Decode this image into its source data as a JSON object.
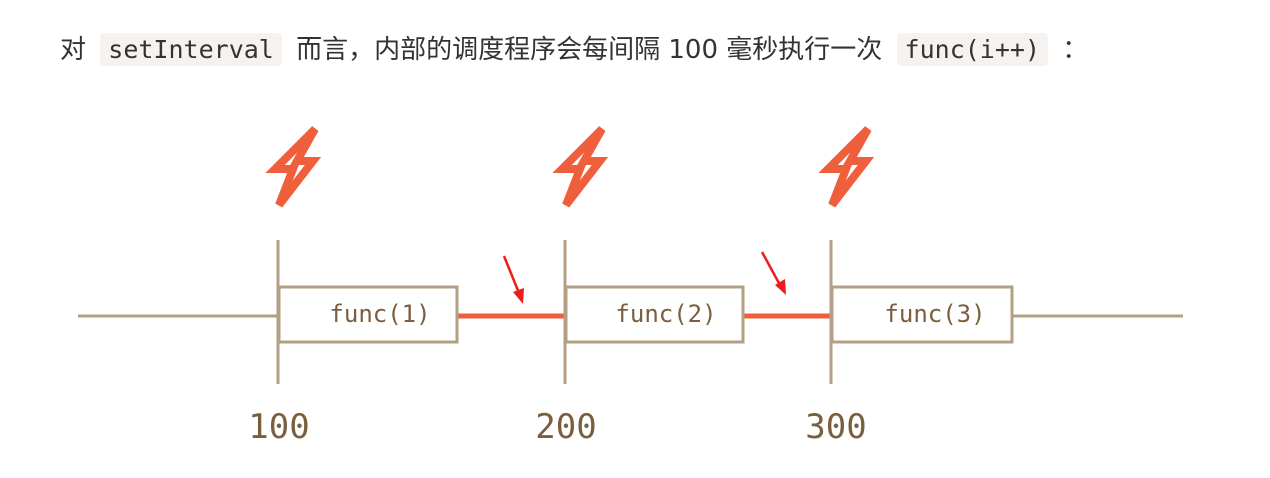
{
  "intro": {
    "prefix": "对",
    "code1": "setInterval",
    "middle": "而言，内部的调度程序会每间隔 100 毫秒执行一次",
    "code2": "func(i++)",
    "suffix": "："
  },
  "diagram": {
    "blocks": [
      {
        "label": "func(1)",
        "time": "100"
      },
      {
        "label": "func(2)",
        "time": "200"
      },
      {
        "label": "func(3)",
        "time": "300"
      }
    ],
    "colors": {
      "line": "#b39f84",
      "text": "#7a5f3e",
      "accent": "#f05f3b",
      "arrow": "#ee1c1c"
    },
    "icons": [
      "lightning-bolt-icon",
      "down-arrow-icon"
    ]
  }
}
